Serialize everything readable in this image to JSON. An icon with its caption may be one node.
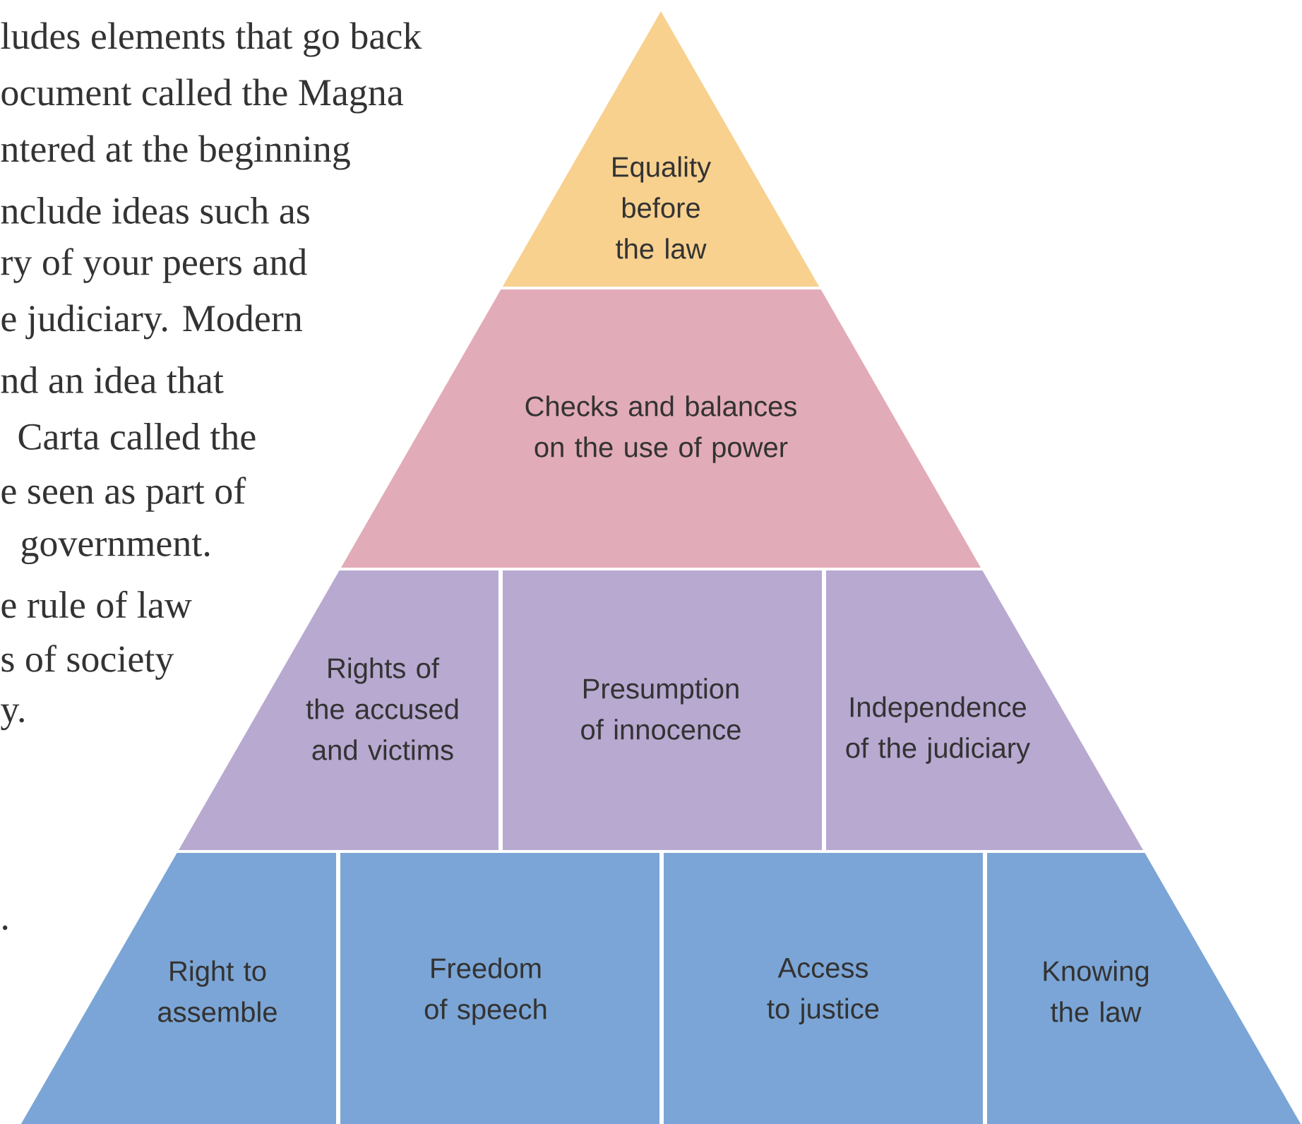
{
  "diagram": {
    "nodes": [
      {
        "text": [
          "Equality before the law"
        ]
      },
      {
        "text": [
          "Checks and balances on the use of power"
        ]
      },
      {
        "text": [
          "Rights of the accused and victims"
        ]
      },
      {
        "text": [
          "Presumption of innocence"
        ]
      },
      {
        "text": [
          "Independence of the judiciary"
        ]
      },
      {
        "text": [
          "Right to assemble"
        ]
      },
      {
        "text": [
          "Freedom of speech"
        ]
      },
      {
        "text": [
          "Access to justice"
        ]
      },
      {
        "text": [
          "Knowing the law"
        ]
      }
    ],
    "labels": [
      "ludes elements that go back",
      "ocument called the Magna",
      "ntered at the beginning",
      "nclude ideas such as",
      "ry of your peers and",
      "e judiciary. Modern",
      "nd an idea that",
      "Carta called the",
      "e seen as part of",
      "government.",
      "e rule of law",
      "s of society",
      "y.",
      "."
    ]
  }
}
